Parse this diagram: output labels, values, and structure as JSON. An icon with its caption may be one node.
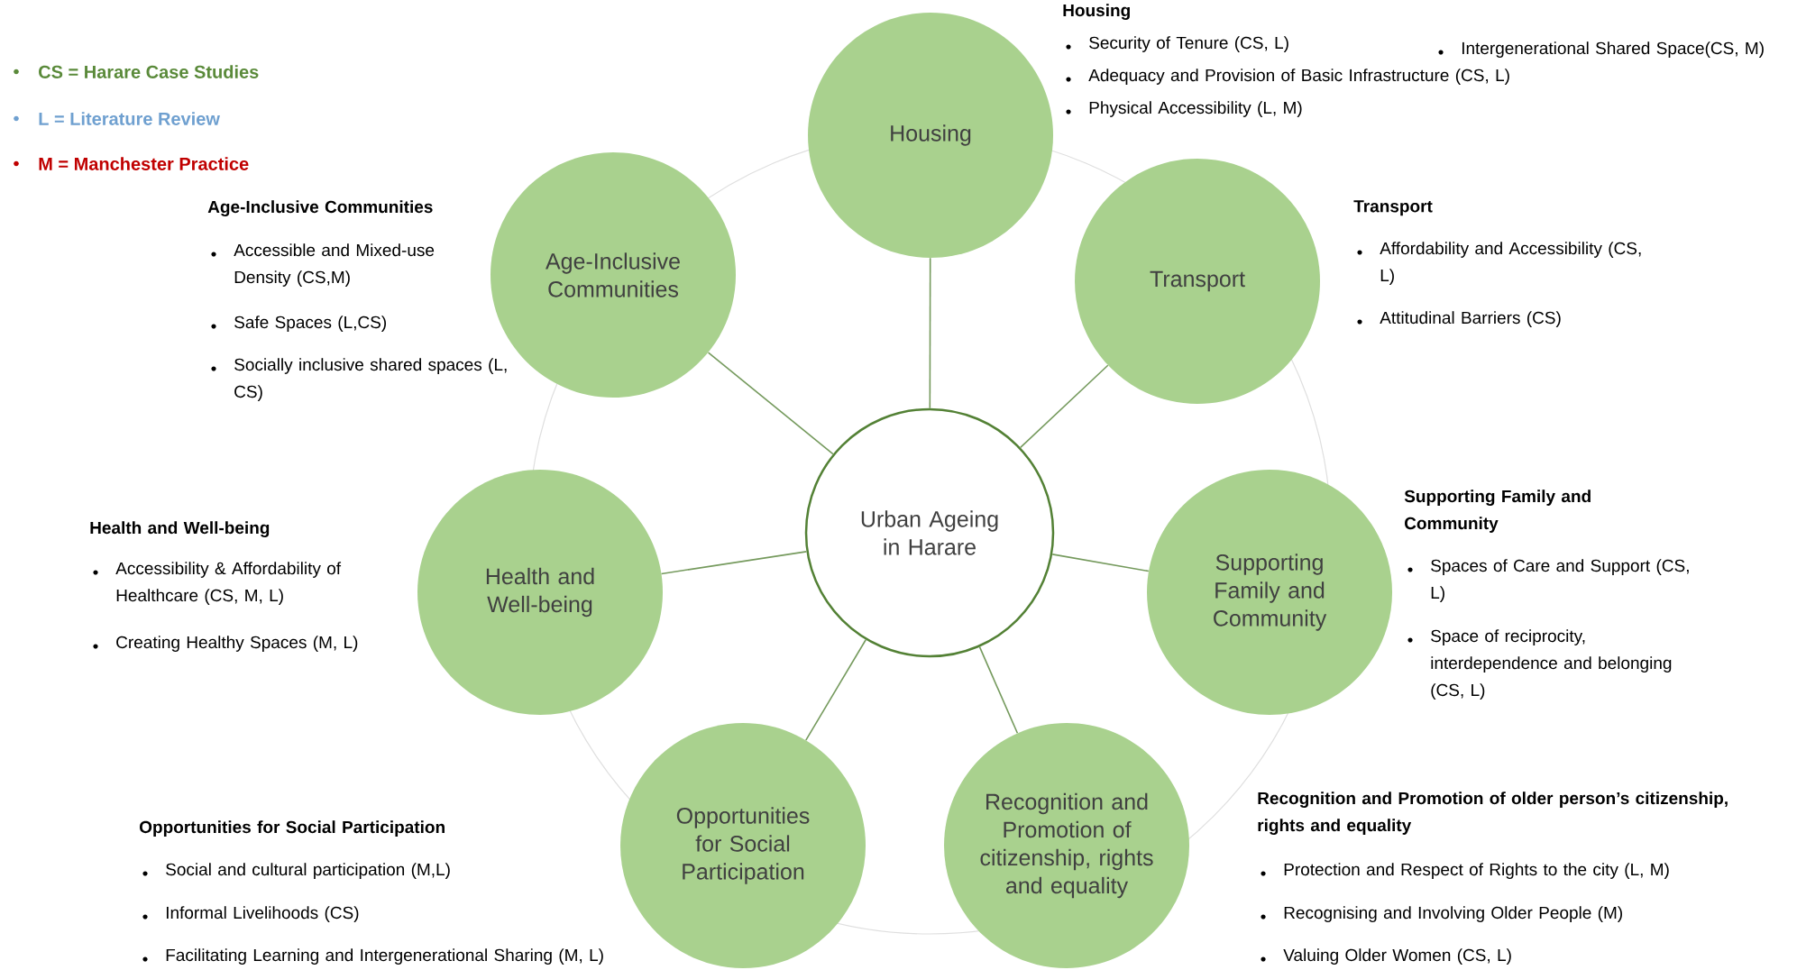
{
  "diagram": {
    "nodes": [
      {
        "text": [
          "Urban Ageing in Harare"
        ]
      },
      {
        "text": [
          "Housing"
        ],
        "beside": [
          "Housing",
          "Security of Tenure (CS, L)",
          "Intergenerational Shared Space(CS, M)",
          "Adequacy and Provision of Basic Infrastructure (CS, L)",
          "Physical Accessibility (L, M)"
        ]
      },
      {
        "text": [
          "Transport"
        ],
        "beside": [
          "Transport",
          "Affordability and Accessibility (CS, L)",
          "Attitudinal Barriers (CS)"
        ]
      },
      {
        "text": [
          "Supporting Family and Community"
        ],
        "beside": [
          "Supporting Family and Community",
          "Spaces of Care and Support (CS, L)",
          "Space of reciprocity, interdependence and belonging (CS, L)"
        ]
      },
      {
        "text": [
          "Recognition and Promotion of citizenship, rights and equality"
        ],
        "beside": [
          "Recognition and Promotion of older person’s citizenship, rights and equality",
          "Protection and Respect of Rights to the city (L, M)",
          "Recognising and Involving Older People (M)",
          "Valuing Older Women (CS, L)"
        ]
      },
      {
        "text": [
          "Opportunities for Social Participation"
        ],
        "beside": [
          "Opportunities for Social Participation",
          "Social and cultural participation (M,L)",
          "Informal Livelihoods (CS)",
          "Facilitating Learning and Intergenerational Sharing (M, L)"
        ]
      },
      {
        "text": [
          "Health and Well-being"
        ],
        "beside": [
          "Health and Well-being",
          "Accessibility & Affordability of Healthcare (CS, M, L)",
          "Creating Healthy Spaces (M, L)"
        ]
      },
      {
        "text": [
          "Age-Inclusive Communities"
        ],
        "beside": [
          "Age-Inclusive Communities",
          "Accessible and Mixed-use Density (CS,M)",
          "Safe Spaces (L,CS)",
          "Socially inclusive shared spaces (L, CS)"
        ]
      }
    ],
    "edges": [
      {
        "from": 0,
        "to": 1,
        "arrow": "none"
      },
      {
        "from": 0,
        "to": 2,
        "arrow": "none"
      },
      {
        "from": 0,
        "to": 3,
        "arrow": "none"
      },
      {
        "from": 0,
        "to": 4,
        "arrow": "none"
      },
      {
        "from": 0,
        "to": 5,
        "arrow": "none"
      },
      {
        "from": 0,
        "to": 6,
        "arrow": "none"
      },
      {
        "from": 0,
        "to": 7,
        "arrow": "none"
      }
    ],
    "legend": [
      {
        "text": "CS = Harare Case Studies",
        "color": "#5a8a3a"
      },
      {
        "text": "L = Literature Review",
        "color": "#6fa0d0"
      },
      {
        "text": "M = Manchester Practice",
        "color": "#c00000"
      }
    ]
  }
}
